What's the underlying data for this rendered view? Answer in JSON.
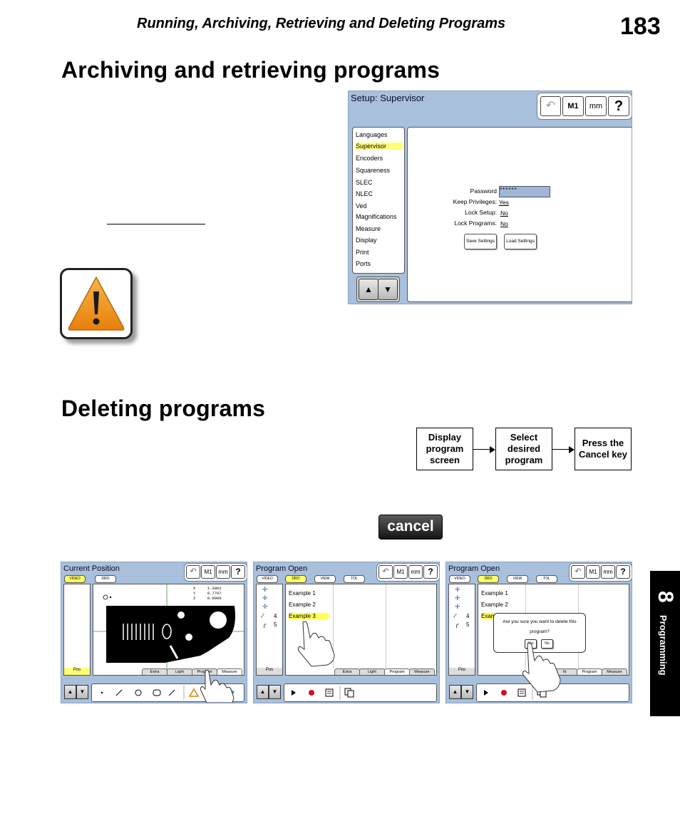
{
  "header": {
    "running_title": "Running, Archiving, Retrieving and Deleting Programs",
    "page_number": "183"
  },
  "sections": {
    "archiving": {
      "heading": "Archiving and retrieving programs"
    },
    "deleting": {
      "heading": "Deleting programs"
    }
  },
  "supervisor_screen": {
    "title": "Setup: Supervisor",
    "toolbar": {
      "m1_label": "M1",
      "mm_label": "mm",
      "help_label": "?"
    },
    "menu_items": [
      "Languages",
      "Supervisor",
      "Encoders",
      "Squareness",
      "SLEC",
      "NLEC",
      "Ved",
      "Magnifications",
      "Measure",
      "Display",
      "Print",
      "Ports"
    ],
    "selected_item": "Supervisor",
    "fields": {
      "password_label": "Password",
      "password_value": "******",
      "keep_privileges_label": "Keep Privileges:",
      "keep_privileges_value": "Yes",
      "lock_setup_label": "Lock Setup:",
      "lock_setup_value": "No",
      "lock_programs_label": "Lock Programs:",
      "lock_programs_value": "No"
    },
    "buttons": {
      "save_settings": "Save Settings",
      "load_settings": "Load Settings"
    }
  },
  "flow": {
    "step1": "Display program screen",
    "step2": "Select desired program",
    "step3": "Press the Cancel key"
  },
  "cancel_key_label": "cancel",
  "screens": {
    "current_position": {
      "title": "Current Position",
      "tabs": [
        "VIDEO",
        "DRO"
      ],
      "readout": {
        "x_label": "X",
        "x_value": "1.3862",
        "y_label": "Y",
        "y_value": "0.7707",
        "z_label": "Z",
        "z_value": "0.0000"
      },
      "left_footer": "Pos",
      "panel_tabs": [
        "Extra",
        "Light",
        "Program",
        "Measure"
      ]
    },
    "program_open_1": {
      "title": "Program Open",
      "tabs": [
        "VIDEO",
        "DRO",
        "VIEW",
        "TOL"
      ],
      "programs": [
        "Example 1",
        "Example 2",
        "Example 3"
      ],
      "side_numbers": [
        "4",
        "5"
      ],
      "left_footer": "Pos",
      "panel_tabs": [
        "Extra",
        "Light",
        "Program",
        "Measure"
      ]
    },
    "program_open_2": {
      "title": "Program Open",
      "tabs": [
        "VIDEO",
        "DRO",
        "VIEW",
        "TOL"
      ],
      "programs": [
        "Example 1",
        "Example 2",
        "Exam"
      ],
      "side_numbers": [
        "4",
        "5"
      ],
      "left_footer": "Pos",
      "dialog": {
        "line1": "Are you sure you want to delete this",
        "line2": "program?",
        "yes": "Yes",
        "no": "No"
      },
      "panel_tabs": [
        "ht",
        "Program",
        "Measure"
      ]
    }
  },
  "side_tab": {
    "number": "8",
    "label": "Programming"
  },
  "colors": {
    "screen_blue": "#a8c0db",
    "highlight_yellow": "#ffff77",
    "warning_orange": "#f39c1f"
  }
}
